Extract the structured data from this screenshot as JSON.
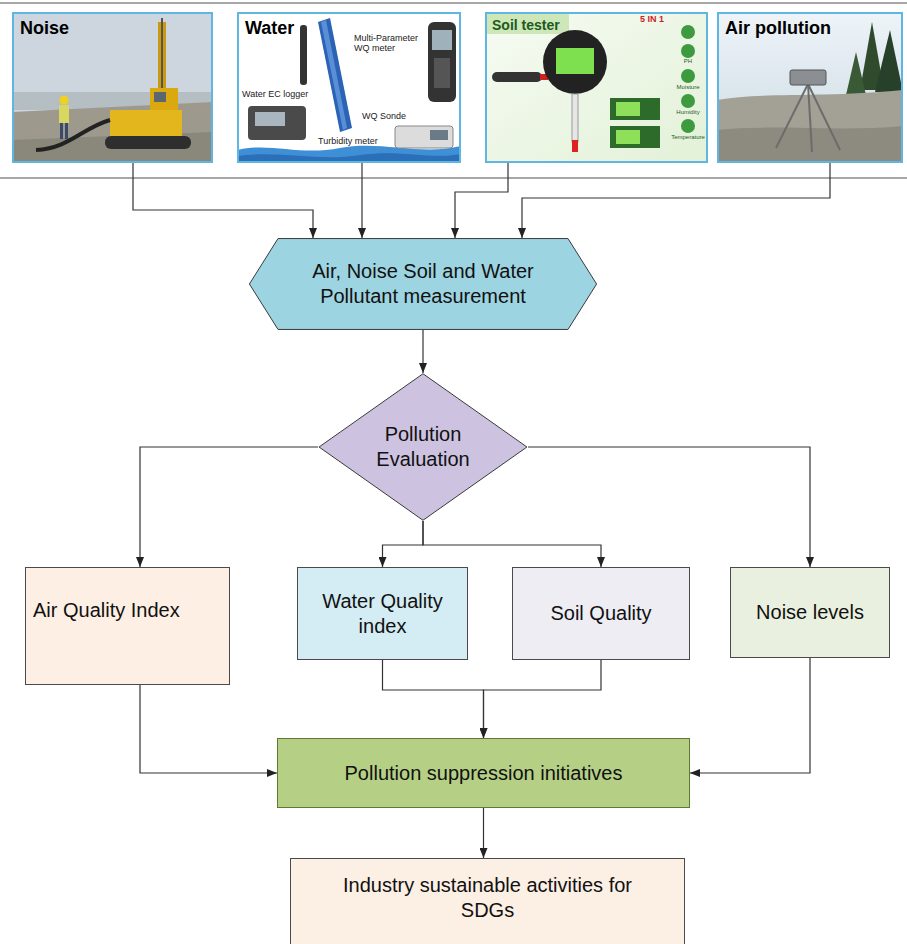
{
  "diagram": {
    "nodes": [
      {
        "text": [
          "Noise"
        ]
      },
      {
        "text": [
          "Water"
        ]
      },
      {
        "text": [
          "Soil tester"
        ]
      },
      {
        "text": [
          "Air pollution"
        ]
      },
      {
        "text": [
          "Air, Noise Soil and Water Pollutant measurement"
        ]
      },
      {
        "text": [
          "Pollution Evaluation"
        ]
      },
      {
        "text": [
          "Air Quality Index"
        ]
      },
      {
        "text": [
          "Water Quality index"
        ]
      },
      {
        "text": [
          "Soil Quality"
        ]
      },
      {
        "text": [
          "Noise levels"
        ]
      },
      {
        "text": [
          "Pollution suppression initiatives"
        ]
      },
      {
        "text": [
          "Industry sustainable activities for SDGs"
        ]
      }
    ],
    "edges": [
      {
        "from": 0,
        "to": 4,
        "arrow": "to"
      },
      {
        "from": 1,
        "to": 4,
        "arrow": "to"
      },
      {
        "from": 2,
        "to": 4,
        "arrow": "to"
      },
      {
        "from": 3,
        "to": 4,
        "arrow": "to"
      },
      {
        "from": 4,
        "to": 5,
        "arrow": "to"
      },
      {
        "from": 5,
        "to": 6,
        "arrow": "to"
      },
      {
        "from": 5,
        "to": 7,
        "arrow": "to"
      },
      {
        "from": 5,
        "to": 8,
        "arrow": "to"
      },
      {
        "from": 5,
        "to": 9,
        "arrow": "to"
      },
      {
        "from": 6,
        "to": 10,
        "arrow": "to"
      },
      {
        "from": 7,
        "to": 10,
        "arrow": "to"
      },
      {
        "from": 8,
        "to": 10,
        "arrow": "to"
      },
      {
        "from": 9,
        "to": 10,
        "arrow": "to"
      },
      {
        "from": 10,
        "to": 11,
        "arrow": "to"
      }
    ],
    "labels": [
      "Multi-Parameter WQ meter",
      "Water EC logger",
      "WQ Sonde",
      "Turbidity meter",
      "5 IN 1",
      "PH",
      "Moisture",
      "Humidity",
      "Temperature"
    ]
  }
}
